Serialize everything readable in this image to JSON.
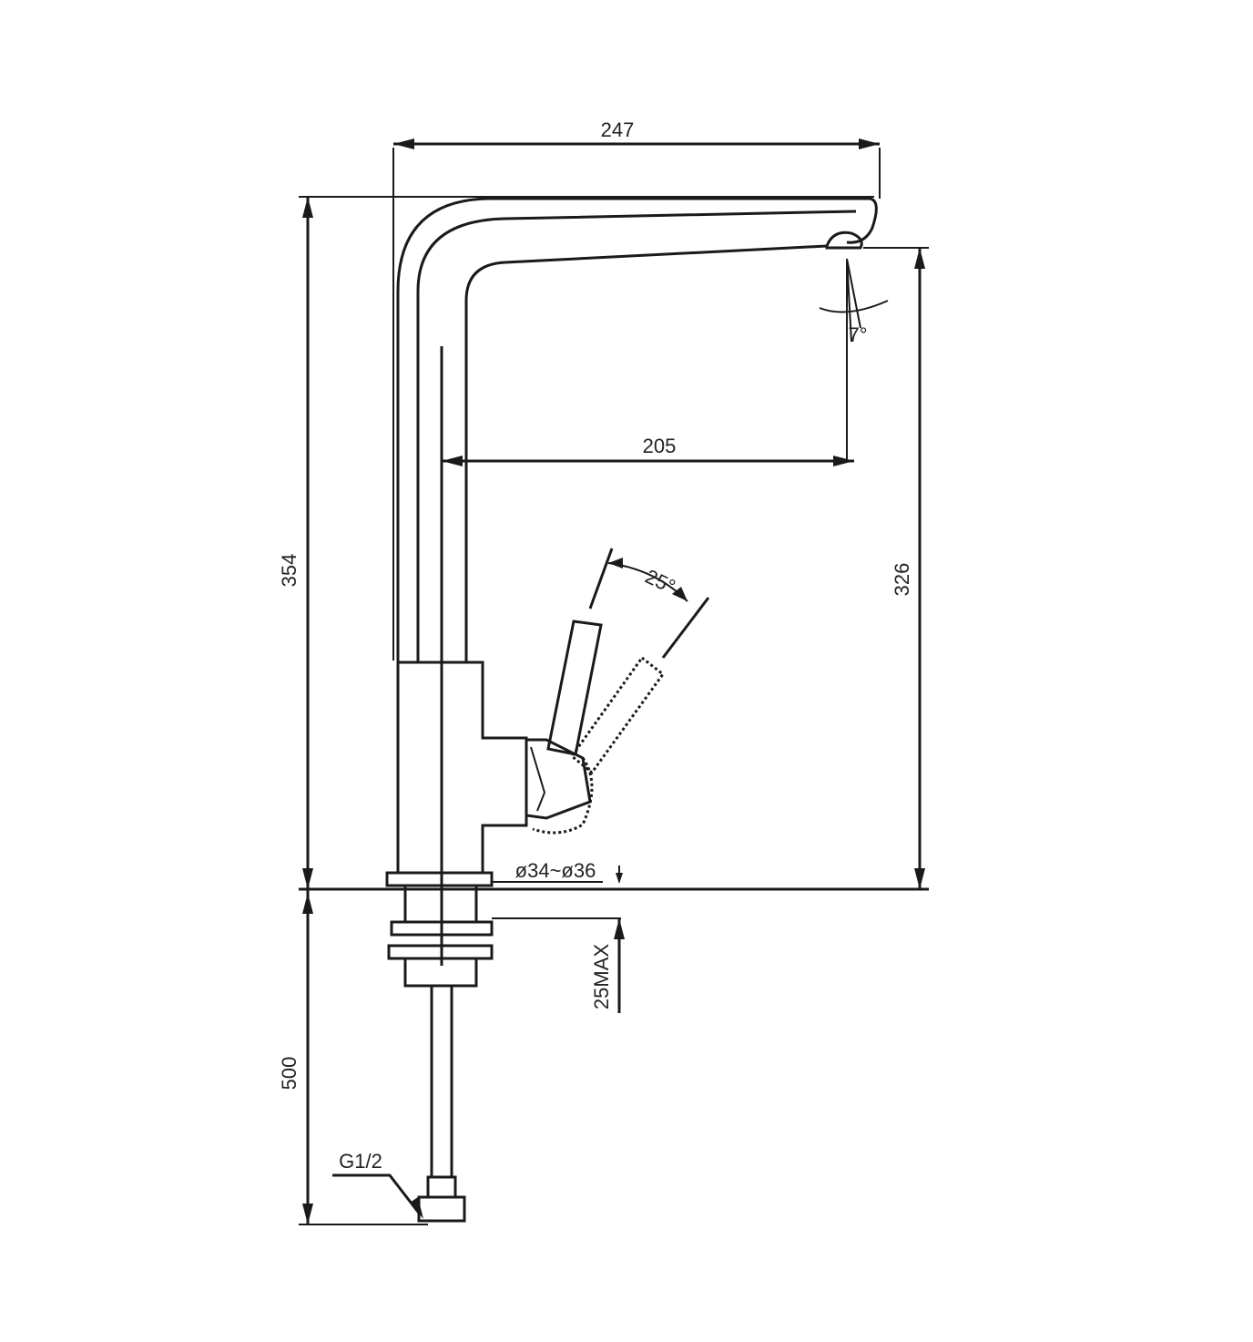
{
  "drawing": {
    "dimensions": {
      "overall_reach": "247",
      "spout_reach": "205",
      "overall_height": "354",
      "spout_height": "326",
      "hose_length": "500",
      "spout_tilt": "7°",
      "lever_angle": "25°",
      "hole_diameter": "ø34~ø36",
      "max_deck_thickness": "25MAX",
      "connection_thread": "G1/2"
    },
    "colors": {
      "line": "#1a1a1a",
      "text": "#222222",
      "background": "#ffffff"
    }
  }
}
